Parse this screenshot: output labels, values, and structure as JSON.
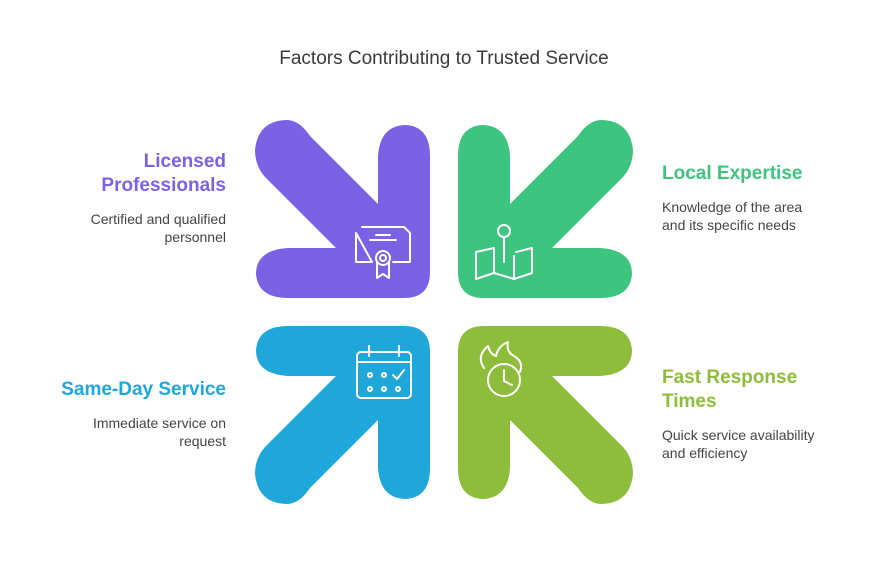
{
  "title": "Factors Contributing to Trusted Service",
  "colors": {
    "purple": "#7B62E4",
    "green": "#3DC47E",
    "blue": "#1EA7D8",
    "olive": "#8DBD3A"
  },
  "factors": [
    {
      "label_lines": [
        "Licensed",
        "Professionals"
      ],
      "description_lines": [
        "Certified and qualified",
        "personnel"
      ],
      "icon": "certificate-icon",
      "color": "#7B62E4"
    },
    {
      "label_lines": [
        "Local Expertise"
      ],
      "description_lines": [
        "Knowledge of the area",
        "and its specific needs"
      ],
      "icon": "map-pin-icon",
      "color": "#3DC47E"
    },
    {
      "label_lines": [
        "Same-Day Service"
      ],
      "description_lines": [
        "Immediate service on",
        "request"
      ],
      "icon": "calendar-check-icon",
      "color": "#1EA7D8"
    },
    {
      "label_lines": [
        "Fast Response",
        "Times"
      ],
      "description_lines": [
        "Quick service availability",
        "and efficiency"
      ],
      "icon": "fast-clock-icon",
      "color": "#8DBD3A"
    }
  ]
}
